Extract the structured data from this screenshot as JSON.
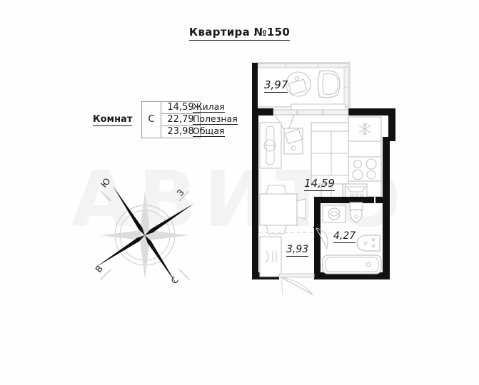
{
  "title": "Квартира №150",
  "info": {
    "rooms_label": "Комнат",
    "rooms_value": "С",
    "rows": [
      {
        "value": "14,59",
        "label": "Жилая"
      },
      {
        "value": "22,79",
        "label": "Полезная"
      },
      {
        "value": "23,98",
        "label": "Общая"
      }
    ]
  },
  "compass": {
    "labels": [
      {
        "text": "Ю"
      },
      {
        "text": "З"
      },
      {
        "text": "В"
      },
      {
        "text": "С"
      }
    ]
  },
  "watermark": "АВИТО",
  "plan": {
    "rooms": [
      {
        "name": "balcony",
        "area": "3,97"
      },
      {
        "name": "living",
        "area": "14,59"
      },
      {
        "name": "hallway",
        "area": "3,93"
      },
      {
        "name": "bathroom",
        "area": "4,27"
      }
    ]
  },
  "colors": {
    "wall": "#111111",
    "line": "#b9b9b9",
    "text": "#1b1b1b",
    "watermark": "#f3f3f4"
  }
}
